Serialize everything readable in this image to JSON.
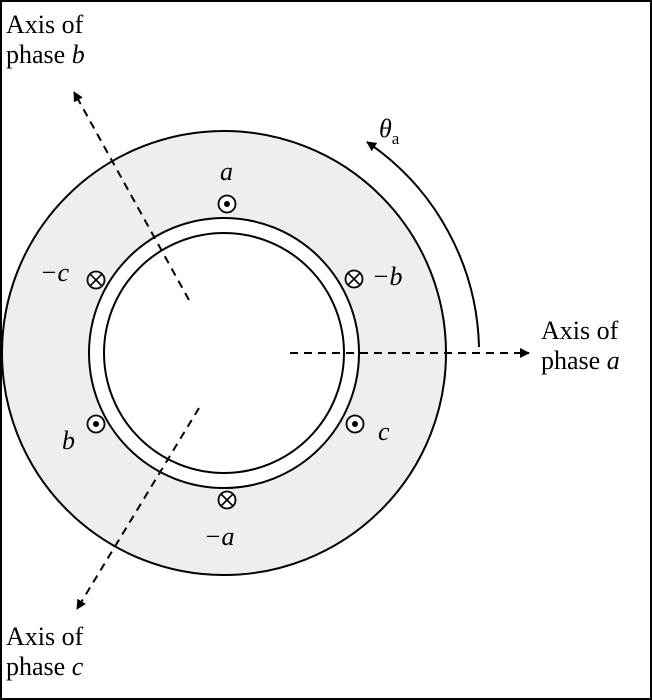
{
  "axes": {
    "a": {
      "line1": "Axis of",
      "line2_word": "phase",
      "line2_var": "a"
    },
    "b": {
      "line1": "Axis of",
      "line2_word": "phase",
      "line2_var": "b"
    },
    "c": {
      "line1": "Axis of",
      "line2_word": "phase",
      "line2_var": "c"
    }
  },
  "angle": {
    "symbol": "θ",
    "subscript": "a"
  },
  "conductors": {
    "a": "a",
    "minus_a": "−a",
    "b": "b",
    "minus_b": "−b",
    "c": "c",
    "minus_c": "−c"
  },
  "colors": {
    "stator_fill": "#eeeeee",
    "line": "#000000",
    "background": "#ffffff"
  }
}
